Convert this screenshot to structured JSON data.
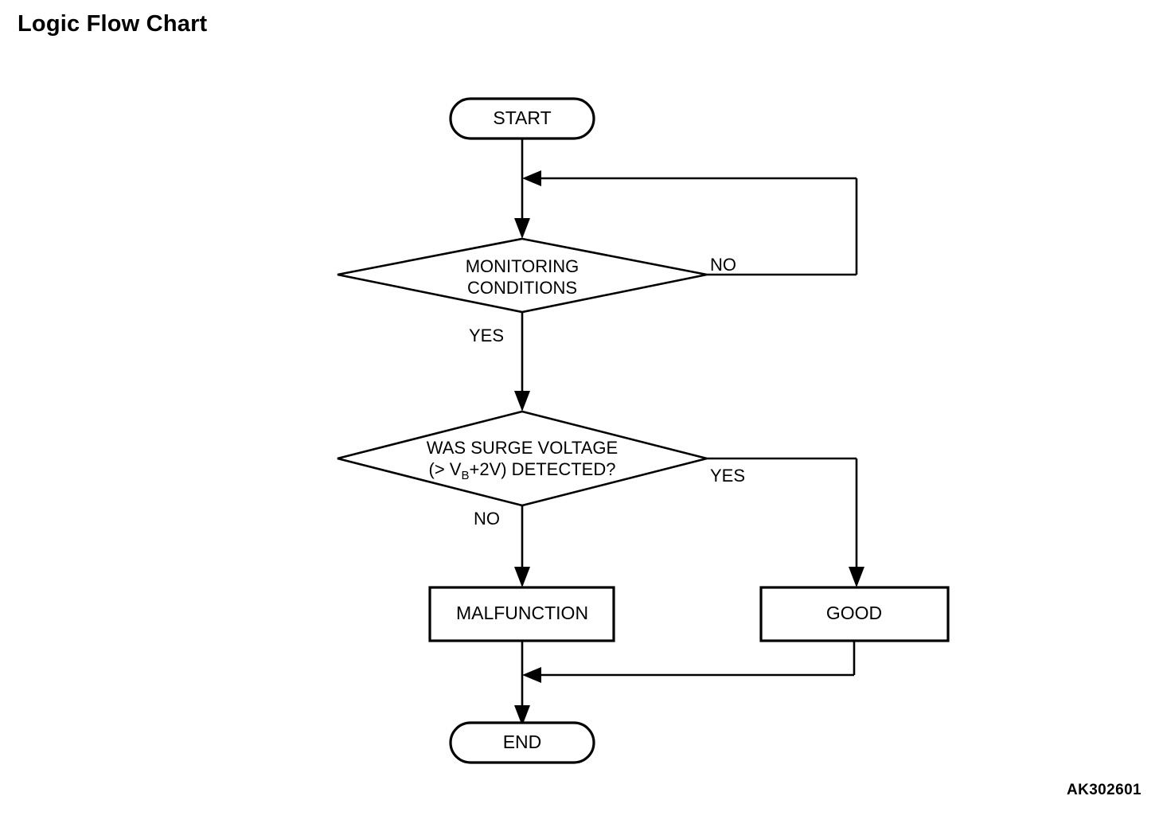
{
  "page": {
    "title": "Logic Flow Chart",
    "reference_code": "AK302601",
    "background_color": "#ffffff",
    "line_color": "#000000"
  },
  "chart_data": {
    "type": "diagram",
    "diagram_kind": "flowchart",
    "title": "Logic Flow Chart",
    "nodes": [
      {
        "id": "start",
        "shape": "stadium",
        "label": "START"
      },
      {
        "id": "monitoring",
        "shape": "diamond",
        "label_line1": "MONITORING",
        "label_line2": "CONDITIONS"
      },
      {
        "id": "surge",
        "shape": "diamond",
        "label_line1": "WAS SURGE VOLTAGE",
        "label_line2_pre": "(> V",
        "label_line2_sub": "B",
        "label_line2_post": "+2V) DETECTED?"
      },
      {
        "id": "malfunction",
        "shape": "rectangle",
        "label": "MALFUNCTION"
      },
      {
        "id": "good",
        "shape": "rectangle",
        "label": "GOOD"
      },
      {
        "id": "end",
        "shape": "stadium",
        "label": "END"
      }
    ],
    "edges": [
      {
        "from": "start",
        "to": "monitoring",
        "label": ""
      },
      {
        "from": "monitoring",
        "to": "monitoring",
        "label": "NO",
        "routing": "right-up-loop-back-to-input"
      },
      {
        "from": "monitoring",
        "to": "surge",
        "label": "YES"
      },
      {
        "from": "surge",
        "to": "malfunction",
        "label": "NO"
      },
      {
        "from": "surge",
        "to": "good",
        "label": "YES"
      },
      {
        "from": "malfunction",
        "to": "end",
        "label": ""
      },
      {
        "from": "good",
        "to": "end",
        "label": "",
        "routing": "down-left-merge"
      }
    ]
  },
  "labels": {
    "start": "START",
    "end": "END",
    "monitoring_line1": "MONITORING",
    "monitoring_line2": "CONDITIONS",
    "surge_line1": "WAS SURGE VOLTAGE",
    "surge_line2_pre": "(> V",
    "surge_line2_sub": "B",
    "surge_line2_post": "+2V) DETECTED?",
    "malfunction": "MALFUNCTION",
    "good": "GOOD",
    "branch_monitoring_no": "NO",
    "branch_monitoring_yes": "YES",
    "branch_surge_yes": "YES",
    "branch_surge_no": "NO"
  }
}
